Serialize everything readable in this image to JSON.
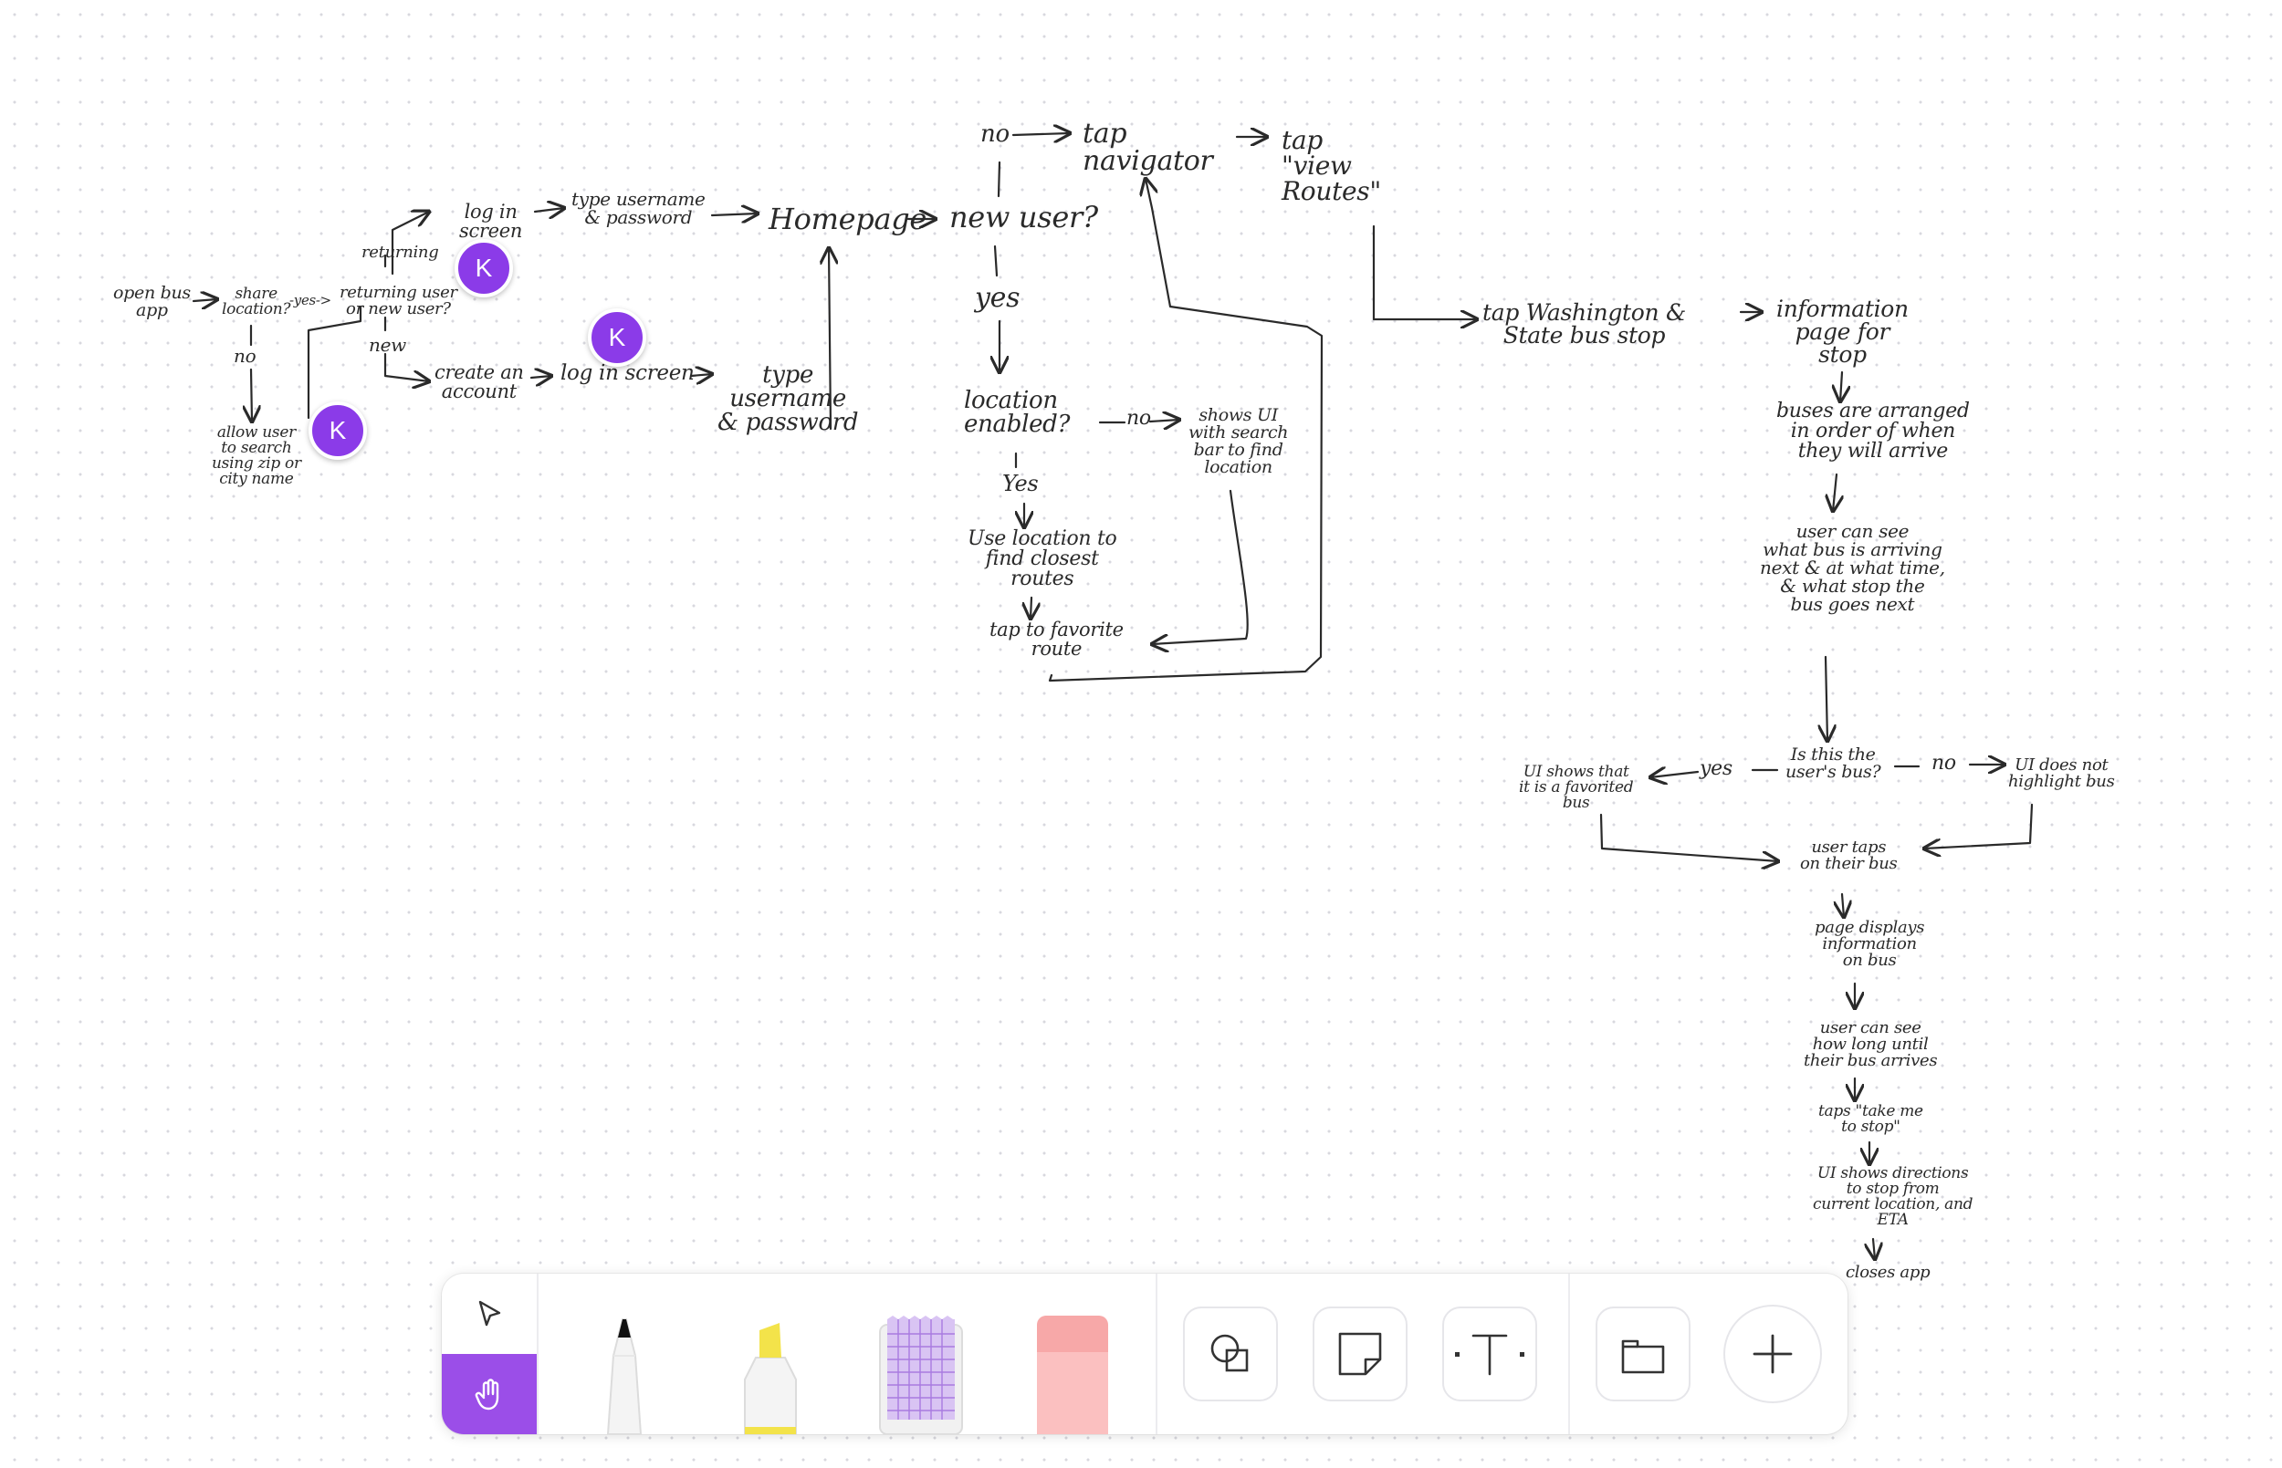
{
  "flowchart": {
    "open_bus_app": "open bus\napp",
    "share_location": "share\nlocation?",
    "yes_small": "-yes->",
    "returning_or_new": "returning user\nor new user?",
    "returning": "returning",
    "new": "new",
    "no_left": "no",
    "allow_search": "allow user\nto search\nusing zip or\ncity name",
    "log_in_screen_top": "log in\nscreen",
    "type_user_pass_top": "type username\n& password",
    "create_account": "create an\naccount",
    "log_in_screen_bottom": "log in screen",
    "type_user_pass_bottom": "type\nusername\n& password",
    "homepage": "Homepage",
    "new_user": "new user?",
    "no_top": "no",
    "tap_navigator": "tap\nnavigator",
    "tap_view_routes": "tap\n\"view\nRoutes\"",
    "yes_mid": "yes",
    "location_enabled": "location\nenabled?",
    "no_mid": "no",
    "shows_ui_search": "shows UI\nwith search\nbar to find\nlocation",
    "yes_loc": "Yes",
    "use_location": "Use location to\nfind closest\nroutes",
    "tap_favorite": "tap to favorite\nroute",
    "tap_washington": "tap Washington &\nState bus stop",
    "information_page": "information\npage for\nstop",
    "buses_arranged": "buses are arranged\nin order of when\nthey will arrive",
    "user_can_see_next": "user can see\nwhat bus is arriving\nnext & at what time,\n& what stop the\nbus goes next",
    "is_users_bus": "Is this the\nuser's bus?",
    "yes_right": "yes",
    "no_right": "no",
    "ui_favorited": "UI shows that\nit is a favorited\nbus",
    "ui_not_highlight": "UI does not\nhighlight bus",
    "user_taps_bus": "user taps\non their bus",
    "page_displays": "page displays\ninformation\non bus",
    "user_can_see_long": "user can see\nhow long until\ntheir bus arrives",
    "taps_take_me": "taps \"take me\nto stop\"",
    "ui_shows_directions": "UI shows directions\nto stop from\ncurrent location, and\nETA",
    "closes_app": "closes app"
  },
  "collaborators": {
    "avatar_letter": "K",
    "avatar_color": "#8b3be8"
  },
  "toolbar": {
    "tools": [
      {
        "name": "select",
        "icon": "cursor-arrow-icon",
        "selected": false
      },
      {
        "name": "hand",
        "icon": "hand-icon",
        "selected": true
      },
      {
        "name": "pen",
        "icon": "pen-icon"
      },
      {
        "name": "highlighter",
        "icon": "highlighter-icon"
      },
      {
        "name": "washi-tape",
        "icon": "washi-tape-icon"
      },
      {
        "name": "eraser",
        "icon": "eraser-icon"
      },
      {
        "name": "shapes",
        "icon": "shapes-icon"
      },
      {
        "name": "sticky-note",
        "icon": "sticky-note-icon"
      },
      {
        "name": "text",
        "icon": "text-icon"
      },
      {
        "name": "frame",
        "icon": "frame-icon"
      },
      {
        "name": "add",
        "icon": "plus-icon"
      }
    ],
    "accent_color": "#9b4ee8",
    "pen_color": "#111111",
    "highlighter_color": "#f3e34a",
    "tape_color": "#b08ae0",
    "eraser_color": "#f7a8a8"
  }
}
